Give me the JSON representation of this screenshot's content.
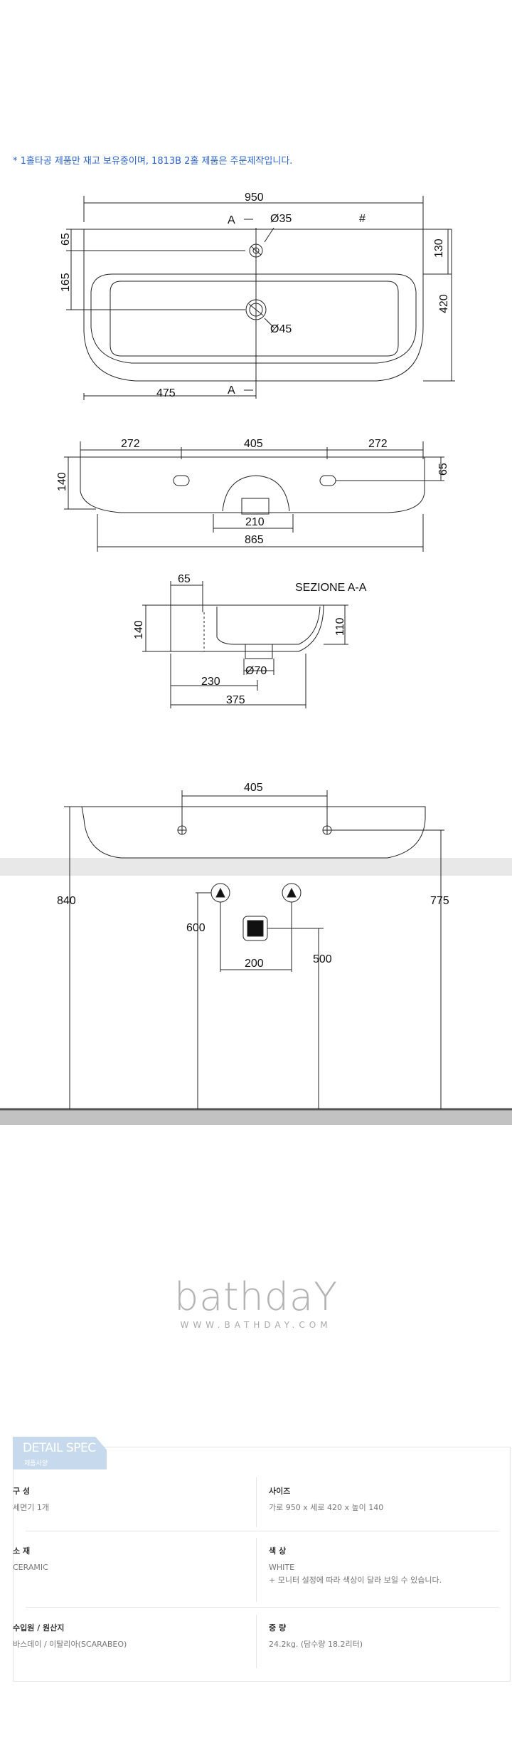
{
  "notice": "* 1홀타공 제품만 재고 보유중이며, 1813B 2홀 제품은 주문제작입니다.",
  "drawing_top": {
    "dims": [
      "950",
      "Ø35",
      "#",
      "A",
      "A",
      "65",
      "165",
      "130",
      "420",
      "Ø45",
      "475"
    ]
  },
  "drawing_front": {
    "dims": [
      "272",
      "405",
      "272",
      "140",
      "65",
      "210",
      "865"
    ]
  },
  "drawing_section": {
    "title": "SEZIONE A-A",
    "dims": [
      "65",
      "140",
      "110",
      "Ø70",
      "230",
      "375"
    ]
  },
  "drawing_install": {
    "dims": [
      "405",
      "840",
      "775",
      "600",
      "500",
      "200"
    ]
  },
  "brand": {
    "logo": "bathdaY",
    "url": "WWW.BATHDAY.COM"
  },
  "spec": {
    "title": "DETAIL SPEC",
    "subtitle": "제품사양",
    "items": [
      {
        "label": "구 성",
        "value": "세면기 1개"
      },
      {
        "label": "사이즈",
        "value": "가로 950 x 세로 420 x 높이 140"
      },
      {
        "label": "소 재",
        "value": "CERAMIC"
      },
      {
        "label": "색 상",
        "value": "WHITE",
        "note": "+ 모니터 설정에 따라 색상이 달라 보일 수 있습니다."
      },
      {
        "label": "수입원 / 원산지",
        "value": "바스데이 / 이탈리아(SCARABEO)"
      },
      {
        "label": "중 량",
        "value": "24.2kg. (담수량 18.2리터)"
      }
    ]
  }
}
